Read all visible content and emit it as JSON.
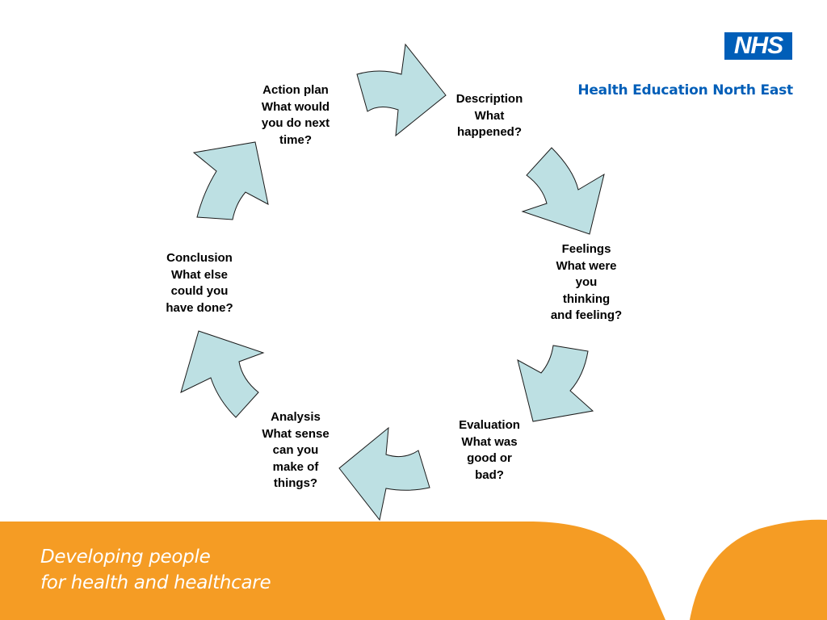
{
  "logo": {
    "text": "NHS",
    "org": "Health Education North East"
  },
  "cycle": {
    "steps": [
      {
        "id": "description",
        "lines": [
          "Description",
          "What",
          "happened?"
        ]
      },
      {
        "id": "feelings",
        "lines": [
          "Feelings",
          "What were",
          "you",
          "thinking",
          "and feeling?"
        ]
      },
      {
        "id": "evaluation",
        "lines": [
          "Evaluation",
          "What was",
          "good or",
          "bad?"
        ]
      },
      {
        "id": "analysis",
        "lines": [
          "Analysis",
          "What sense",
          "can you",
          "make of",
          "things?"
        ]
      },
      {
        "id": "conclusion",
        "lines": [
          "Conclusion",
          "What else",
          "could you",
          "have done?"
        ]
      },
      {
        "id": "action-plan",
        "lines": [
          "Action plan",
          "What would",
          "you do next",
          "time?"
        ]
      }
    ]
  },
  "footer": {
    "tagline_line1": "Developing people",
    "tagline_line2": "for health and healthcare",
    "colors": {
      "band": "#f59c24",
      "text": "#ffffff"
    }
  },
  "colors": {
    "arrow_fill": "#bde0e3",
    "arrow_stroke": "#1a1a1a",
    "brand": "#005eb8"
  }
}
